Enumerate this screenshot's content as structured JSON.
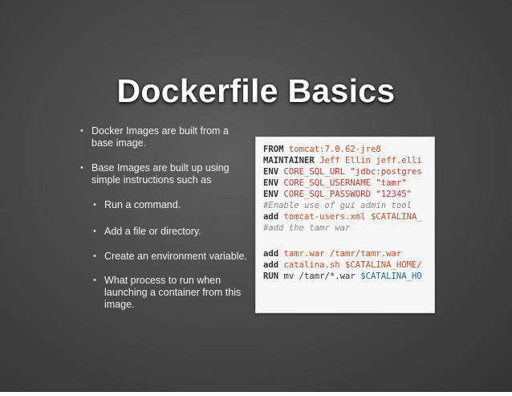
{
  "slide": {
    "title": "Dockerfile Basics",
    "bullets": [
      "Docker Images are built from a base image.",
      "Base Images are built up using simple instructions such as"
    ],
    "sub_bullets": [
      "Run a command.",
      "Add a file or directory.",
      "Create an environment variable.",
      "What process to run when launching a container from this image."
    ]
  },
  "code": {
    "lines": [
      {
        "kw": "FROM",
        "rest": " tomcat:7.0.62-jre8"
      },
      {
        "kw": "MAINTAINER",
        "rest": " Jeff Ellin jeff.elli"
      },
      {
        "kw": "ENV",
        "rest": " CORE_SQL_URL \"jdbc:postgres"
      },
      {
        "kw": "ENV",
        "rest": " CORE_SQL_USERNAME \"tamr\""
      },
      {
        "kw": "ENV",
        "rest": " CORE_SQL_PASSWORD \"12345\""
      },
      {
        "comment": "#Enable use of gui admin tool"
      },
      {
        "kw": "add",
        "rest": " tomcat-users.xml $CATALINA_"
      },
      {
        "comment": "#add the tamr war"
      },
      {
        "kw": "add",
        "rest": " tamr.war /tamr/tamr.war"
      },
      {
        "kw": "add",
        "rest": " catalina.sh $CATALINA_HOME/"
      },
      {
        "kw": "RUN",
        "rest1": " mv /tamr/*.war ",
        "var": "$CATALINA_HO"
      }
    ]
  }
}
